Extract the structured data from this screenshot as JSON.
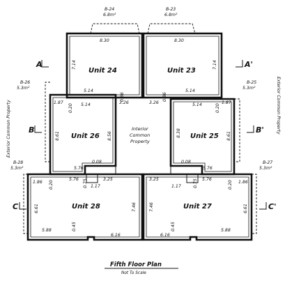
{
  "title": "Fifth Floor Plan",
  "subtitle": "Not To Scale",
  "side_labels": {
    "left": "Exterior Common Property",
    "right": "Exterior Common Property"
  },
  "center_label": [
    "Interior",
    "Common",
    "Property"
  ],
  "units": [
    {
      "name": "Unit 24",
      "dims": [
        "8.30",
        "7.14",
        "5.14",
        "0.86"
      ]
    },
    {
      "name": "Unit 23",
      "dims": [
        "8.30",
        "7.14",
        "5.14",
        "0.86"
      ]
    },
    {
      "name": "Unit 26",
      "dims": [
        "1.87",
        "5.14",
        "0.20",
        "8.61",
        "8.56",
        "5.76",
        "0.08",
        "3.26"
      ]
    },
    {
      "name": "Unit 25",
      "dims": [
        "3.26",
        "5.14",
        "1.87",
        "0.20",
        "8.38",
        "8.61",
        "0.08",
        "5.76"
      ]
    },
    {
      "name": "Unit 28",
      "dims": [
        "1.86",
        "5.76",
        "0.20",
        "0.75",
        "1.17",
        "3.25",
        "6.61",
        "7.46",
        "0.45",
        "5.88",
        "6.16"
      ]
    },
    {
      "name": "Unit 27",
      "dims": [
        "3.25",
        "5.76",
        "1.17",
        "0.75",
        "0.20",
        "1.86",
        "7.46",
        "6.61",
        "0.45",
        "6.16",
        "5.88"
      ]
    }
  ],
  "balconies": [
    {
      "name": "B-24",
      "area": "6.8m²"
    },
    {
      "name": "B-23",
      "area": "6.8m²"
    },
    {
      "name": "B-26",
      "area": "5.3m²"
    },
    {
      "name": "B-25",
      "area": "5.3m²"
    },
    {
      "name": "B-28",
      "area": "5.3m²"
    },
    {
      "name": "B-27",
      "area": "5.3m²"
    }
  ],
  "section_marks": [
    "A",
    "A'",
    "B",
    "B'",
    "C",
    "C'"
  ]
}
